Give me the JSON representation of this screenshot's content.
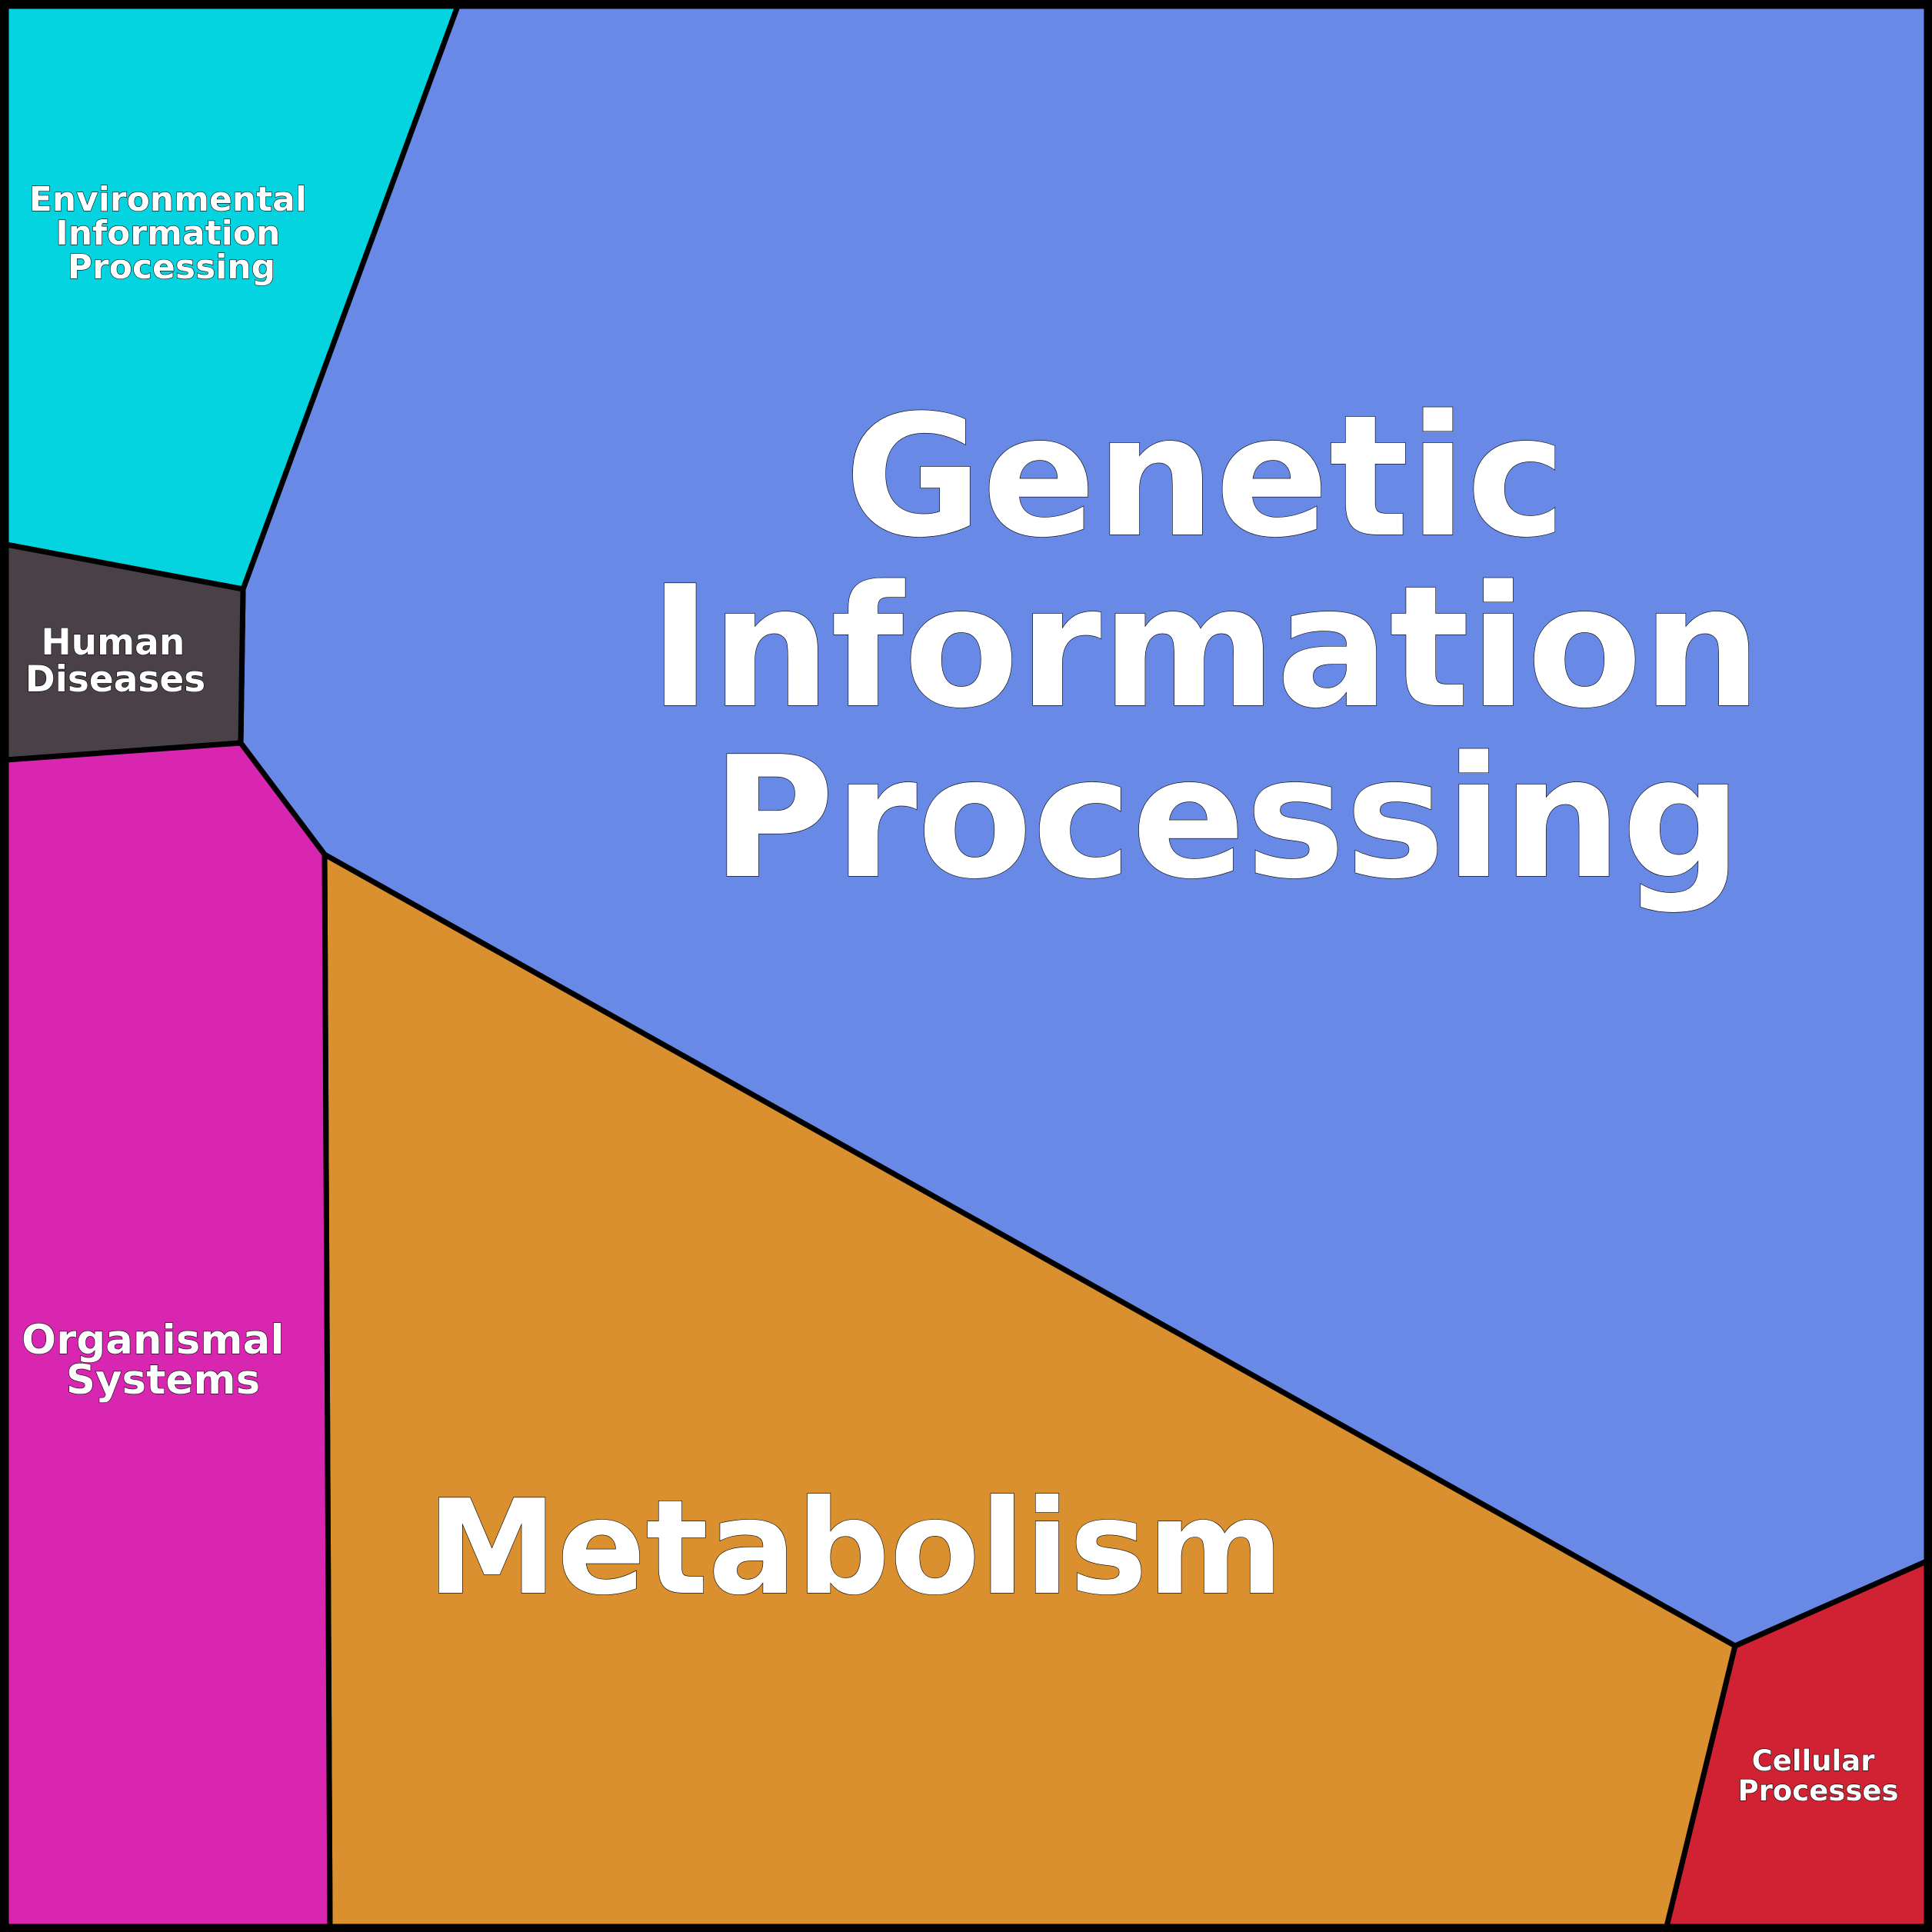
{
  "diagram": {
    "type": "voronoi-treemap",
    "regions": [
      {
        "id": "genetic",
        "lines": [
          "Genetic",
          "Information",
          "Processing"
        ],
        "color": "#6889E5"
      },
      {
        "id": "metabolism",
        "lines": [
          "Metabolism"
        ],
        "color": "#DB902F"
      },
      {
        "id": "environmental",
        "lines": [
          "Environmental",
          "Information",
          "Processing"
        ],
        "color": "#04D4DF"
      },
      {
        "id": "human-diseases",
        "lines": [
          "Human",
          "Diseases"
        ],
        "color": "#4A4048"
      },
      {
        "id": "organismal",
        "lines": [
          "Organismal",
          "Systems"
        ],
        "color": "#D926B0"
      },
      {
        "id": "cellular",
        "lines": [
          "Cellular",
          "Processes"
        ],
        "color": "#D12233"
      }
    ],
    "border_color": "#000000"
  }
}
